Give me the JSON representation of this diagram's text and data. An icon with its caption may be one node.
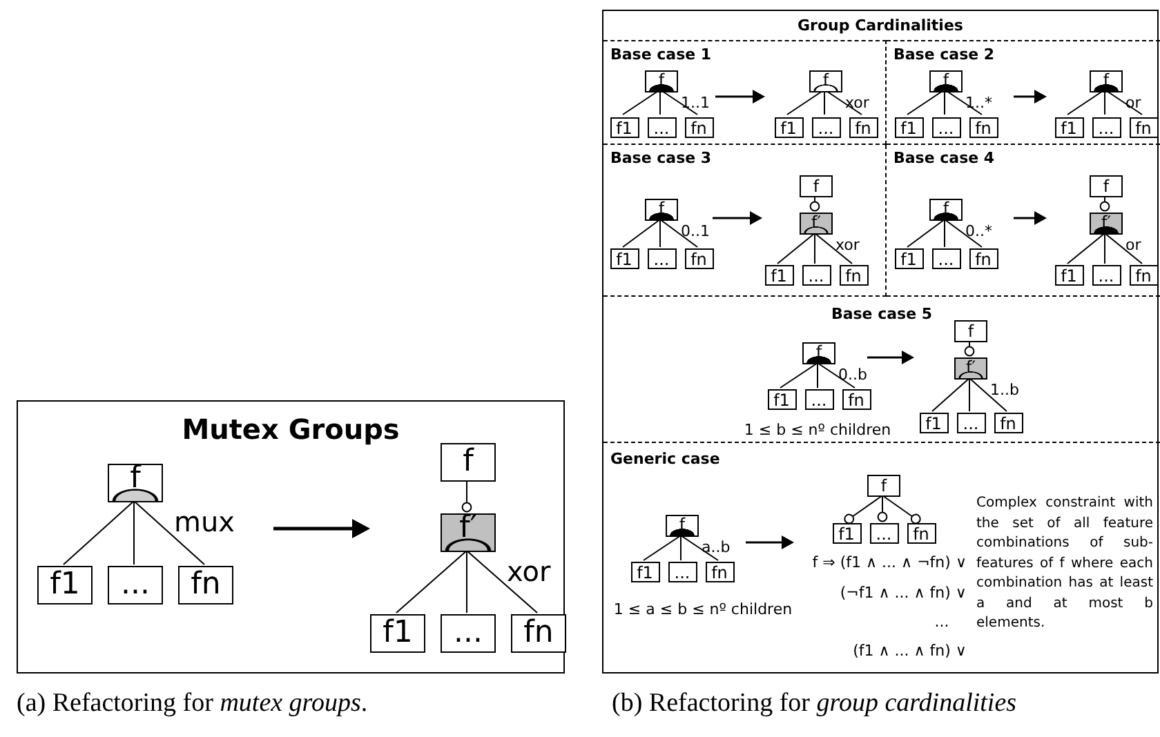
{
  "diagram": {
    "nodes": [
      {
        "text": [
          "Mutex Groups"
        ]
      },
      {
        "text": [
          "f"
        ],
        "in": 0,
        "beside": [
          "mux"
        ]
      },
      {
        "text": [
          "f1"
        ],
        "in": 0
      },
      {
        "text": [
          "..."
        ],
        "in": 0
      },
      {
        "text": [
          "fn"
        ],
        "in": 0
      },
      {
        "text": [
          "f"
        ],
        "in": 0
      },
      {
        "text": [
          "f′"
        ],
        "in": 0,
        "beside": [
          "xor"
        ]
      },
      {
        "text": [
          "f1"
        ],
        "in": 0
      },
      {
        "text": [
          "..."
        ],
        "in": 0
      },
      {
        "text": [
          "fn"
        ],
        "in": 0
      },
      {
        "text": [
          "Group Cardinalities"
        ]
      },
      {
        "text": [
          "Base case 1"
        ],
        "in": 10
      },
      {
        "text": [
          "f"
        ],
        "in": 11,
        "beside": [
          "1..1"
        ]
      },
      {
        "text": [
          "f1"
        ],
        "in": 11
      },
      {
        "text": [
          "..."
        ],
        "in": 11
      },
      {
        "text": [
          "fn"
        ],
        "in": 11
      },
      {
        "text": [
          "f"
        ],
        "in": 11,
        "beside": [
          "xor"
        ]
      },
      {
        "text": [
          "f1"
        ],
        "in": 11
      },
      {
        "text": [
          "..."
        ],
        "in": 11
      },
      {
        "text": [
          "fn"
        ],
        "in": 11
      },
      {
        "text": [
          "Base case 2"
        ],
        "in": 10
      },
      {
        "text": [
          "f"
        ],
        "in": 20,
        "beside": [
          "1..*"
        ]
      },
      {
        "text": [
          "f1"
        ],
        "in": 20
      },
      {
        "text": [
          "..."
        ],
        "in": 20
      },
      {
        "text": [
          "fn"
        ],
        "in": 20
      },
      {
        "text": [
          "f"
        ],
        "in": 20,
        "beside": [
          "or"
        ]
      },
      {
        "text": [
          "f1"
        ],
        "in": 20
      },
      {
        "text": [
          "..."
        ],
        "in": 20
      },
      {
        "text": [
          "fn"
        ],
        "in": 20
      },
      {
        "text": [
          "Base case 3"
        ],
        "in": 10
      },
      {
        "text": [
          "f"
        ],
        "in": 29,
        "beside": [
          "0..1"
        ]
      },
      {
        "text": [
          "f1"
        ],
        "in": 29
      },
      {
        "text": [
          "..."
        ],
        "in": 29
      },
      {
        "text": [
          "fn"
        ],
        "in": 29
      },
      {
        "text": [
          "f"
        ],
        "in": 29
      },
      {
        "text": [
          "f′"
        ],
        "in": 29,
        "beside": [
          "xor"
        ]
      },
      {
        "text": [
          "f1"
        ],
        "in": 29
      },
      {
        "text": [
          "..."
        ],
        "in": 29
      },
      {
        "text": [
          "fn"
        ],
        "in": 29
      },
      {
        "text": [
          "Base case 4"
        ],
        "in": 10
      },
      {
        "text": [
          "f"
        ],
        "in": 39,
        "beside": [
          "0..*"
        ]
      },
      {
        "text": [
          "f1"
        ],
        "in": 39
      },
      {
        "text": [
          "..."
        ],
        "in": 39
      },
      {
        "text": [
          "fn"
        ],
        "in": 39
      },
      {
        "text": [
          "f"
        ],
        "in": 39
      },
      {
        "text": [
          "f′"
        ],
        "in": 39,
        "beside": [
          "or"
        ]
      },
      {
        "text": [
          "f1"
        ],
        "in": 39
      },
      {
        "text": [
          "..."
        ],
        "in": 39
      },
      {
        "text": [
          "fn"
        ],
        "in": 39
      },
      {
        "text": [
          "Base case 5"
        ],
        "in": 10
      },
      {
        "text": [
          "f"
        ],
        "in": 49,
        "beside": [
          "0..b"
        ]
      },
      {
        "text": [
          "f1"
        ],
        "in": 49
      },
      {
        "text": [
          "..."
        ],
        "in": 49
      },
      {
        "text": [
          "fn"
        ],
        "in": 49
      },
      {
        "text": [
          "f"
        ],
        "in": 49
      },
      {
        "text": [
          "f′"
        ],
        "in": 49,
        "beside": [
          "1..b"
        ]
      },
      {
        "text": [
          "f1"
        ],
        "in": 49
      },
      {
        "text": [
          "..."
        ],
        "in": 49
      },
      {
        "text": [
          "fn"
        ],
        "in": 49
      },
      {
        "text": [
          "Generic case"
        ],
        "in": 10
      },
      {
        "text": [
          "f"
        ],
        "in": 59,
        "beside": [
          "a..b"
        ]
      },
      {
        "text": [
          "f1"
        ],
        "in": 59
      },
      {
        "text": [
          "..."
        ],
        "in": 59
      },
      {
        "text": [
          "fn"
        ],
        "in": 59
      },
      {
        "text": [
          "f"
        ],
        "in": 59
      },
      {
        "text": [
          "f1"
        ],
        "in": 59
      },
      {
        "text": [
          "..."
        ],
        "in": 59
      },
      {
        "text": [
          "fn"
        ],
        "in": 59
      }
    ],
    "edges": [
      {
        "from": 1,
        "to": 2,
        "arrow": "none"
      },
      {
        "from": 1,
        "to": 3,
        "arrow": "none"
      },
      {
        "from": 1,
        "to": 4,
        "arrow": "none"
      },
      {
        "from": 5,
        "to": 6,
        "arrow": "other"
      },
      {
        "from": 6,
        "to": 7,
        "arrow": "none"
      },
      {
        "from": 6,
        "to": 8,
        "arrow": "none"
      },
      {
        "from": 6,
        "to": 9,
        "arrow": "none"
      },
      {
        "from": 12,
        "to": 13,
        "arrow": "none"
      },
      {
        "from": 12,
        "to": 14,
        "arrow": "none"
      },
      {
        "from": 12,
        "to": 15,
        "arrow": "none"
      },
      {
        "from": 16,
        "to": 17,
        "arrow": "none"
      },
      {
        "from": 16,
        "to": 18,
        "arrow": "none"
      },
      {
        "from": 16,
        "to": 19,
        "arrow": "none"
      },
      {
        "from": 21,
        "to": 22,
        "arrow": "none"
      },
      {
        "from": 21,
        "to": 23,
        "arrow": "none"
      },
      {
        "from": 21,
        "to": 24,
        "arrow": "none"
      },
      {
        "from": 25,
        "to": 26,
        "arrow": "none"
      },
      {
        "from": 25,
        "to": 27,
        "arrow": "none"
      },
      {
        "from": 25,
        "to": 28,
        "arrow": "none"
      },
      {
        "from": 30,
        "to": 31,
        "arrow": "none"
      },
      {
        "from": 30,
        "to": 32,
        "arrow": "none"
      },
      {
        "from": 30,
        "to": 33,
        "arrow": "none"
      },
      {
        "from": 34,
        "to": 35,
        "arrow": "other"
      },
      {
        "from": 35,
        "to": 36,
        "arrow": "none"
      },
      {
        "from": 35,
        "to": 37,
        "arrow": "none"
      },
      {
        "from": 35,
        "to": 38,
        "arrow": "none"
      },
      {
        "from": 40,
        "to": 41,
        "arrow": "none"
      },
      {
        "from": 40,
        "to": 42,
        "arrow": "none"
      },
      {
        "from": 40,
        "to": 43,
        "arrow": "none"
      },
      {
        "from": 44,
        "to": 45,
        "arrow": "other"
      },
      {
        "from": 45,
        "to": 46,
        "arrow": "none"
      },
      {
        "from": 45,
        "to": 47,
        "arrow": "none"
      },
      {
        "from": 45,
        "to": 48,
        "arrow": "none"
      },
      {
        "from": 50,
        "to": 51,
        "arrow": "none"
      },
      {
        "from": 50,
        "to": 52,
        "arrow": "none"
      },
      {
        "from": 50,
        "to": 53,
        "arrow": "none"
      },
      {
        "from": 54,
        "to": 55,
        "arrow": "other"
      },
      {
        "from": 55,
        "to": 56,
        "arrow": "none"
      },
      {
        "from": 55,
        "to": 57,
        "arrow": "none"
      },
      {
        "from": 55,
        "to": 58,
        "arrow": "none"
      },
      {
        "from": 60,
        "to": 61,
        "arrow": "none"
      },
      {
        "from": 60,
        "to": 62,
        "arrow": "none"
      },
      {
        "from": 60,
        "to": 63,
        "arrow": "none"
      },
      {
        "from": 64,
        "to": 65,
        "arrow": "other"
      },
      {
        "from": 64,
        "to": 66,
        "arrow": "other"
      },
      {
        "from": 64,
        "to": 67,
        "arrow": "other"
      }
    ],
    "labels": [
      "1 ≤ b ≤ nº children",
      "1 ≤ a ≤ b ≤ nº children",
      "f ⇒ (f1 ∧ ... ∧ ¬fn) ∨",
      "(¬f1 ∧ ... ∧ fn) ∨",
      "...",
      "(f1 ∧ ... ∧ fn) ∨",
      "Complex constraint with the set of all feature combinations of sub-features of f where each combination has at least a and at most b elements.",
      "(a) Refactoring for *mutex groups*.",
      "(b) Refactoring for *group cardinalities*"
    ]
  }
}
